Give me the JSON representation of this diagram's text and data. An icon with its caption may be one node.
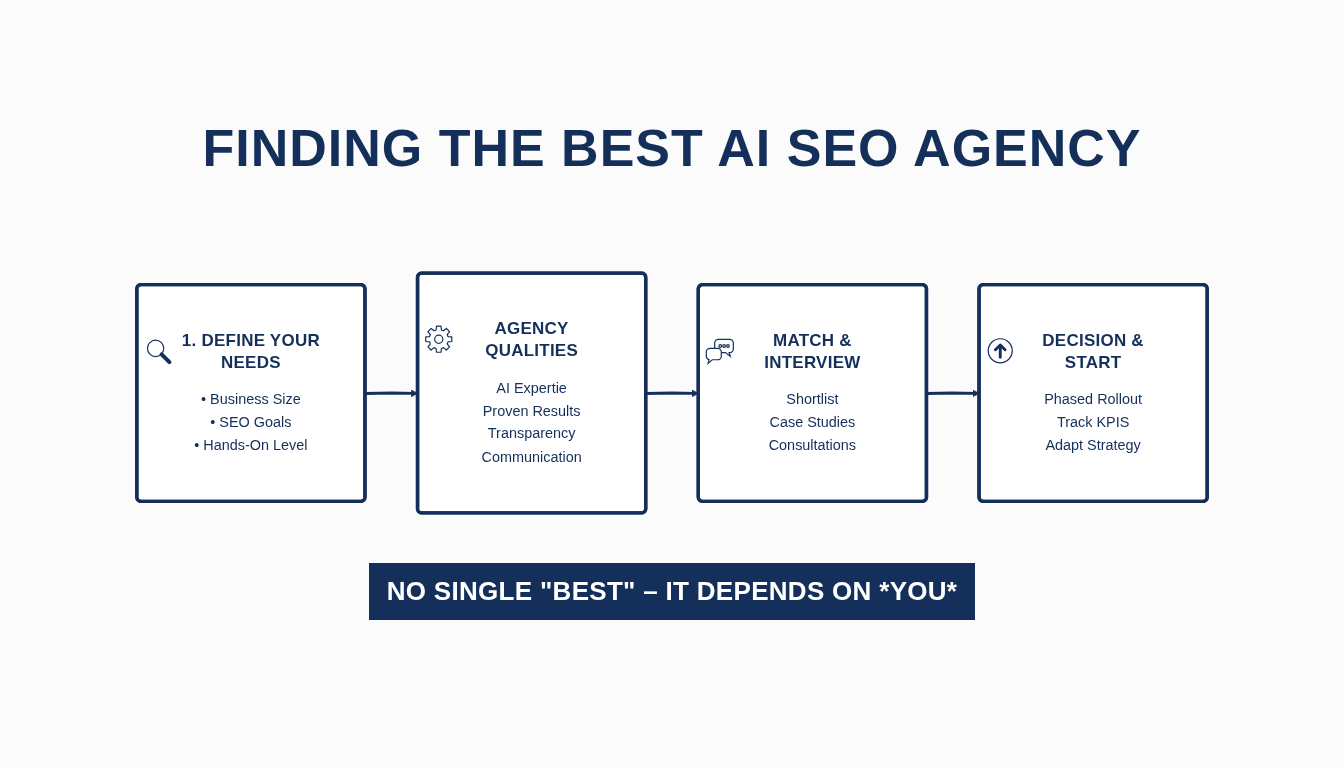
{
  "diagram": {
    "title": "FINDING THE BEST AI SEO AGENCY",
    "nodes": [
      {
        "text": [
          "1. DEFINE YOUR NEEDS",
          "• Business Size",
          "• SEO Goals",
          "• Hands-On Level"
        ]
      },
      {
        "text": [
          "AGENCY QUALITIES",
          "AI Expertie",
          "Proven Results",
          "Transparency",
          "Communication"
        ]
      },
      {
        "text": [
          "MATCH & INTERVIEW",
          "Shortlist",
          "Case Studies",
          "Consultations"
        ]
      },
      {
        "text": [
          "DECISION & START",
          "Phased Rollout",
          "Track KPIS",
          "Adapt Strategy"
        ]
      }
    ],
    "edges": [
      {
        "from": 0,
        "to": 1,
        "arrow": "to"
      },
      {
        "from": 1,
        "to": 2,
        "arrow": "to"
      },
      {
        "from": 2,
        "to": 3,
        "arrow": "to"
      }
    ],
    "caption": "NO SINGLE \"BEST\" – IT DEPENDS ON *YOU*"
  }
}
